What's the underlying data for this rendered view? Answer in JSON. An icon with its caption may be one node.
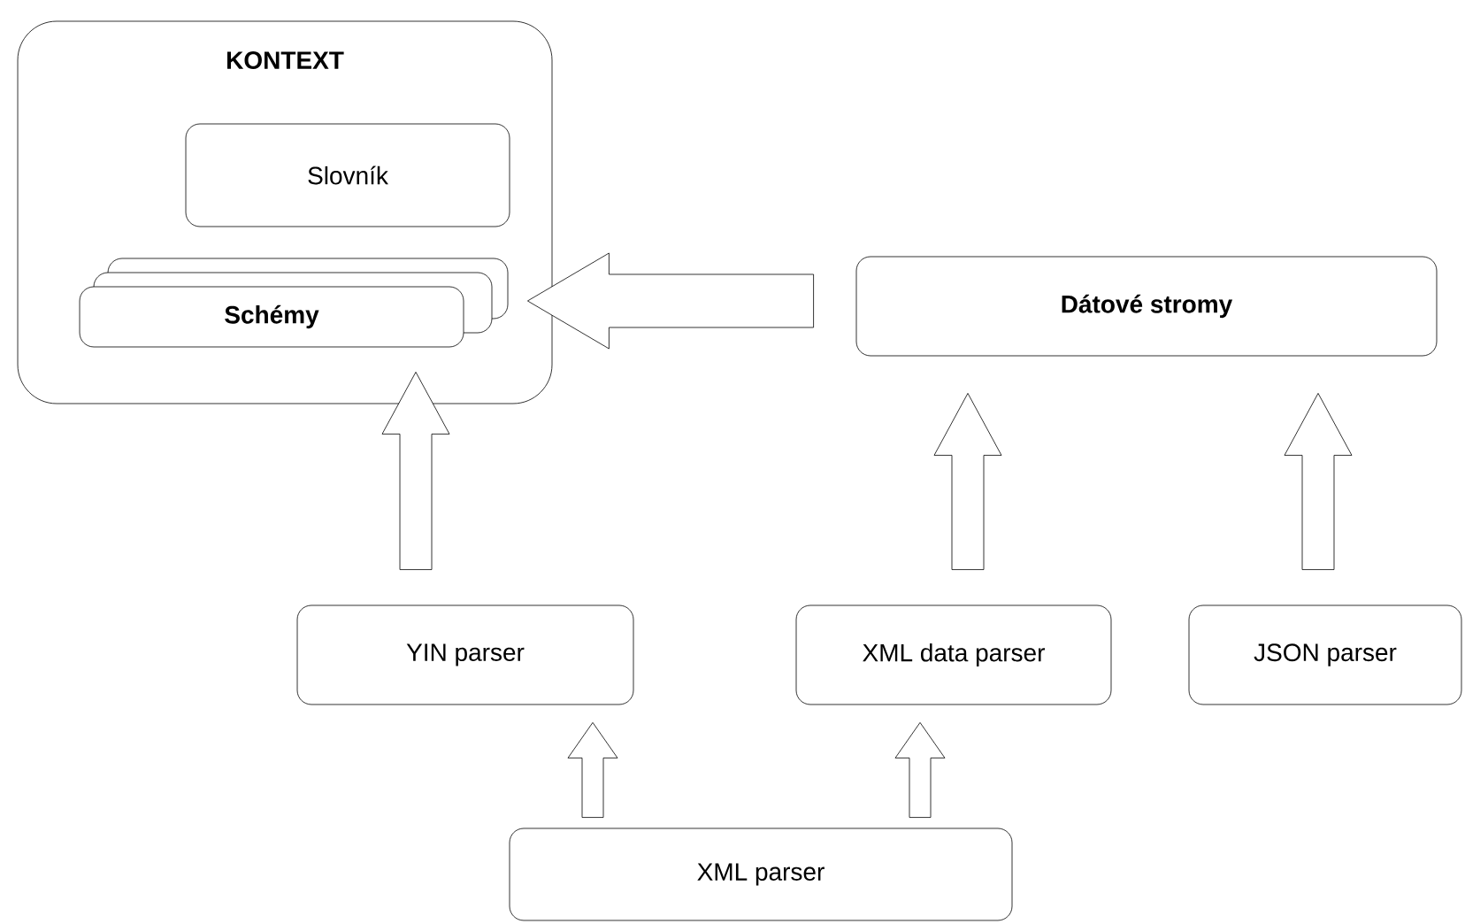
{
  "diagram": {
    "nodes": [
      {
        "text": [
          "KONTEXT"
        ]
      },
      {
        "text": [
          "Slovník"
        ],
        "in": 0
      },
      {
        "text": [
          "Schémy"
        ],
        "in": 0
      },
      {
        "text": [
          "Dátové stromy"
        ]
      },
      {
        "text": [
          "YIN parser"
        ]
      },
      {
        "text": [
          "XML data parser"
        ]
      },
      {
        "text": [
          "JSON parser"
        ]
      },
      {
        "text": [
          "XML parser"
        ]
      }
    ],
    "edges": [
      {
        "from": 3,
        "to": 2,
        "arrow": "to"
      },
      {
        "from": 4,
        "to": 0,
        "arrow": "to"
      },
      {
        "from": 5,
        "to": 3,
        "arrow": "to"
      },
      {
        "from": 6,
        "to": 3,
        "arrow": "to"
      },
      {
        "from": 7,
        "to": 4,
        "arrow": "to"
      },
      {
        "from": 7,
        "to": 5,
        "arrow": "to"
      }
    ]
  }
}
